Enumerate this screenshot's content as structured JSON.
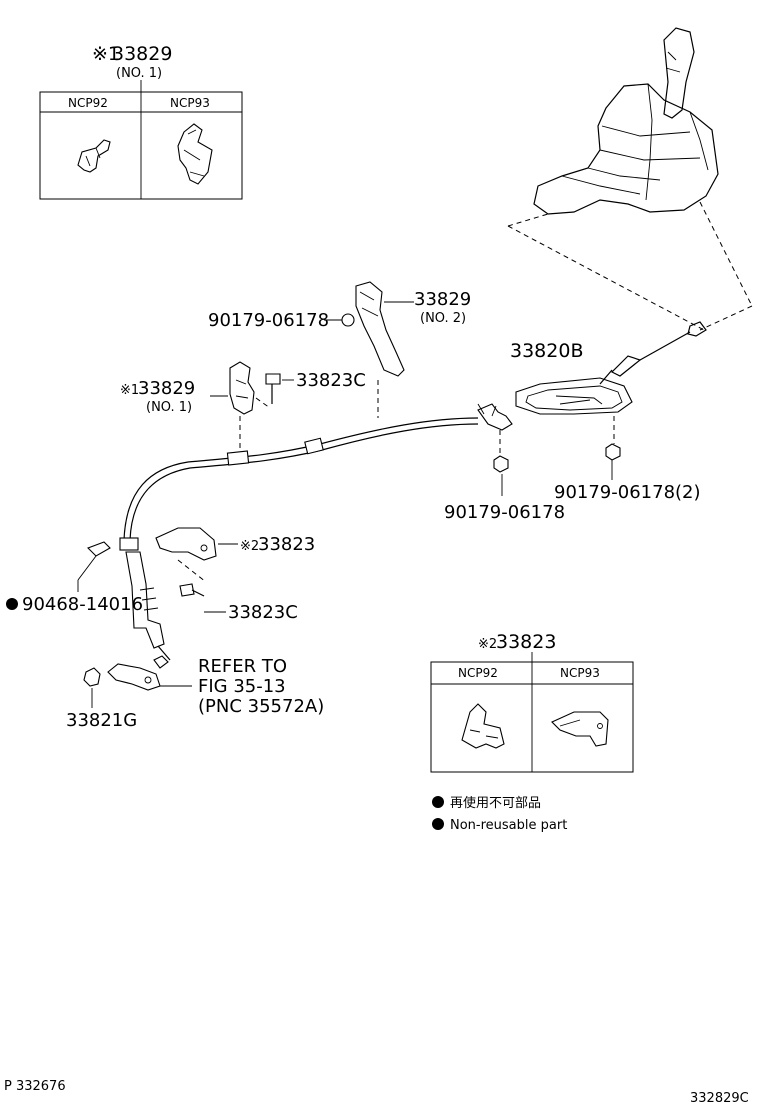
{
  "inset_top": {
    "mark": "※1",
    "part_no": "33829",
    "sub": "(NO. 1)",
    "col1": "NCP92",
    "col2": "NCP93"
  },
  "inset_bottom": {
    "mark": "※2",
    "part_no": "33823",
    "col1": "NCP92",
    "col2": "NCP93"
  },
  "labels": {
    "bracket_no2": "33829",
    "bracket_no2_sub": "(NO. 2)",
    "nut_top": "90179-06178",
    "retainer": "33820B",
    "bracket_no1_mark": "※1",
    "bracket_no1": "33829",
    "bracket_no1_sub": "(NO. 1)",
    "bolt_upper": "33823C",
    "nut_right": "90179-06178(2)",
    "nut_center": "90179-06178",
    "bracket_2_mark": "※2",
    "bracket_2": "33823",
    "clip": "90468-14016",
    "bolt_lower": "33823C",
    "refer_line1": "REFER TO",
    "refer_line2": "FIG 35-13",
    "refer_line3": "(PNC 35572A)",
    "bushing": "33821G"
  },
  "legend": {
    "line_jp": "再使用不可部品",
    "line_en": "Non-reusable part"
  },
  "footer": {
    "left": "P 332676",
    "right": "332829C"
  }
}
